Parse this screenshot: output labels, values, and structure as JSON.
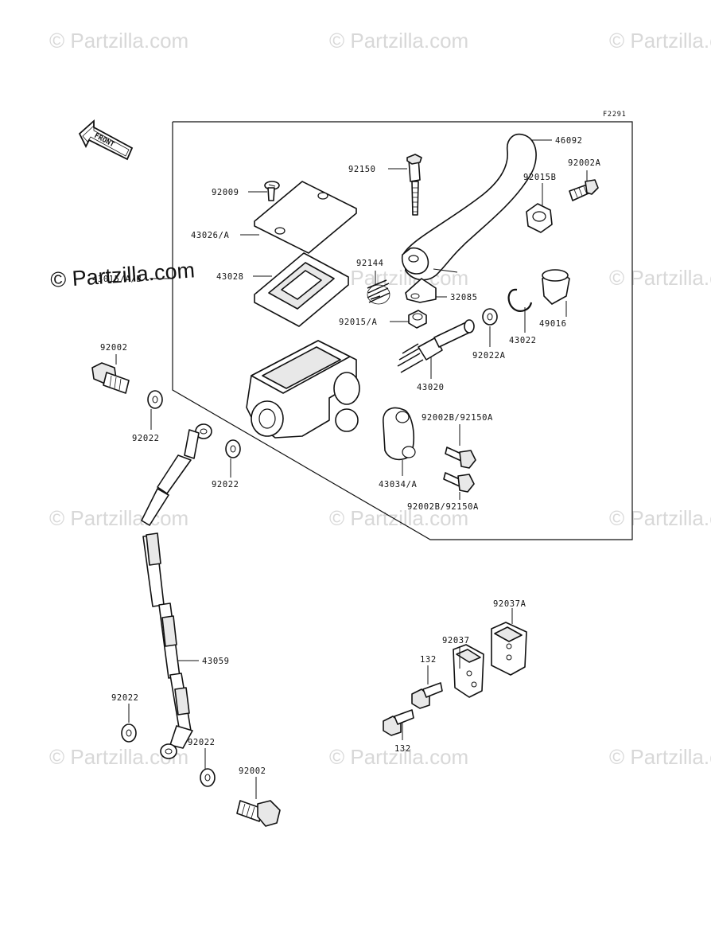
{
  "watermark": "© Partzilla.com",
  "figure_ref": "F2291",
  "front_label": "FRONT",
  "labels": {
    "p46092": "46092",
    "p92150_top": "92150",
    "p92002A": "92002A",
    "p92015B": "92015B",
    "p92009": "92009",
    "p43026A": "43026/A",
    "p43028": "43028",
    "p43015AB": "43015/A/B",
    "p92144": "92144",
    "p32085": "32085",
    "p92015A": "92015/A",
    "p49016": "49016",
    "p43022": "43022",
    "p92022A": "92022A",
    "p43020": "43020",
    "p92002_left": "92002",
    "p92022_left": "92022",
    "p92022_mid": "92022",
    "p92002B_92150A_top": "92002B/92150A",
    "p43034A": "43034/A",
    "p92002B_92150A_bot": "92002B/92150A",
    "p43059": "43059",
    "p92022_low1": "92022",
    "p92022_low2": "92022",
    "p92002_low": "92002",
    "p92037A": "92037A",
    "p92037": "92037",
    "p132_top": "132",
    "p132_bot": "132"
  },
  "colors": {
    "line": "#111111",
    "watermark": "#d8d8d8",
    "background": "#ffffff"
  }
}
